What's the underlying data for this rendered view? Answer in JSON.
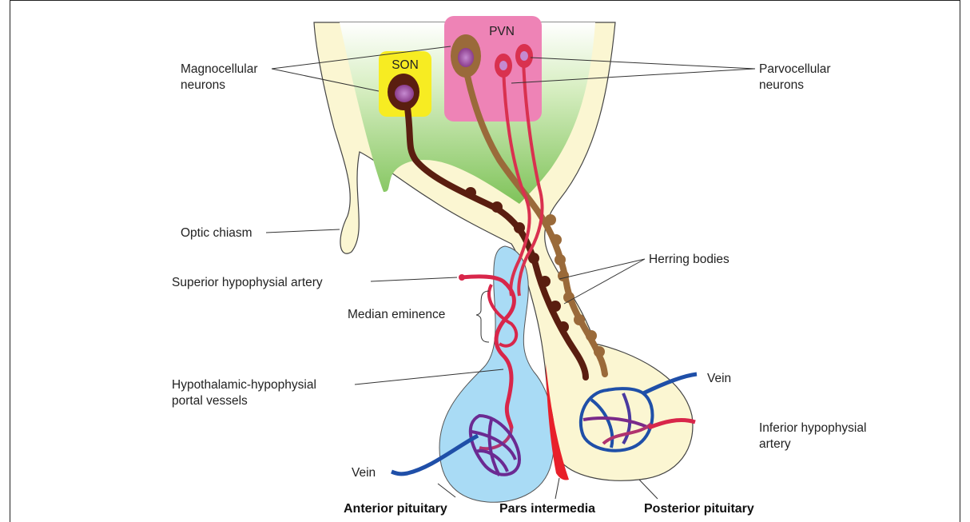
{
  "nuclei": {
    "son": "SON",
    "pvn": "PVN"
  },
  "labels": {
    "magnocellular_1": "Magnocellular",
    "magnocellular_2": "neurons",
    "parvocellular_1": "Parvocellular",
    "parvocellular_2": "neurons",
    "optic_chiasm": "Optic chiasm",
    "herring_bodies": "Herring bodies",
    "superior_artery": "Superior hypophysial artery",
    "median_eminence": "Median eminence",
    "portal_1": "Hypothalamic-hypophysial",
    "portal_2": "portal vessels",
    "vein_right": "Vein",
    "inferior_artery_1": "Inferior hypophysial",
    "inferior_artery_2": "artery",
    "vein_left": "Vein",
    "anterior_pituitary": "Anterior pituitary",
    "pars_intermedia": "Pars intermedia",
    "posterior_pituitary": "Posterior pituitary"
  },
  "colors": {
    "neural_tissue": "#fbf6d2",
    "hypothalamus_green": "#8fcf6a",
    "son_box": "#f7ec22",
    "pvn_box": "#ee83b6",
    "magno_axon_dark": "#5a1e10",
    "magno_axon_light": "#9a6a3a",
    "parvo_axon": "#d9314f",
    "anterior_lobe": "#a9dbf5",
    "pars_intermedia": "#e8202a",
    "vein_blue": "#1f4fa8",
    "artery_red": "#d8264a"
  }
}
